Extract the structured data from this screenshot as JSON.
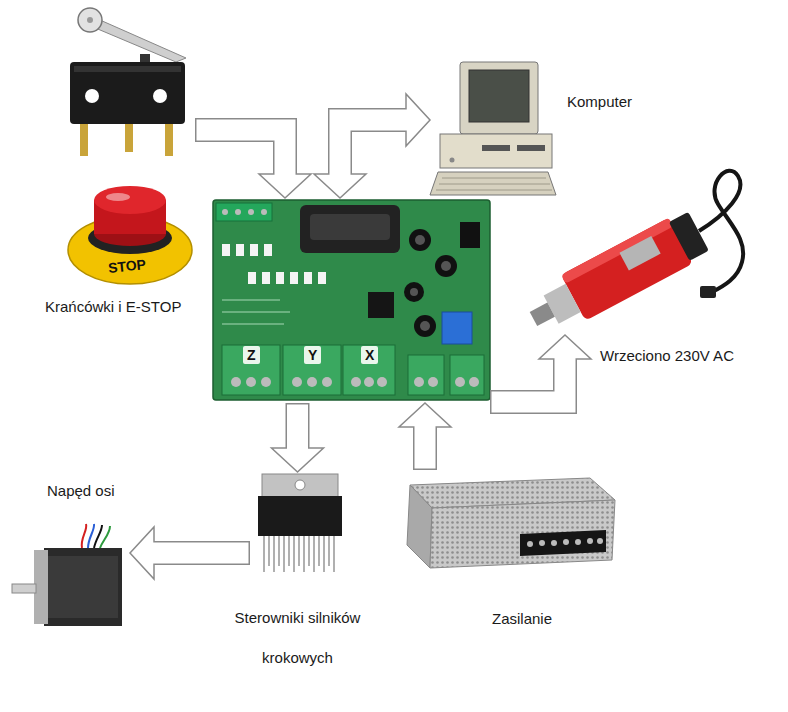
{
  "diagram": {
    "nodes": [
      {
        "text": [
          "Krańcówki i E-STOP"
        ]
      },
      {
        "text": [
          "Komputer"
        ]
      },
      {
        "text": [
          "Z",
          "Y",
          "X"
        ]
      },
      {
        "text": [
          "Wrzeciono 230V AC"
        ]
      },
      {
        "text": [
          "Napęd osi"
        ]
      },
      {
        "text": [
          "Sterowniki silników krokowych"
        ]
      },
      {
        "text": [
          "Zasilanie"
        ]
      }
    ],
    "edges": [
      {
        "from": 0,
        "to": 2,
        "arrow": "to"
      },
      {
        "from": 2,
        "to": 1,
        "arrow": "both"
      },
      {
        "from": 2,
        "to": 3,
        "arrow": "to"
      },
      {
        "from": 2,
        "to": 5,
        "arrow": "to"
      },
      {
        "from": 5,
        "to": 4,
        "arrow": "to"
      },
      {
        "from": 6,
        "to": 2,
        "arrow": "to"
      }
    ],
    "labels": [
      "STOP"
    ]
  }
}
